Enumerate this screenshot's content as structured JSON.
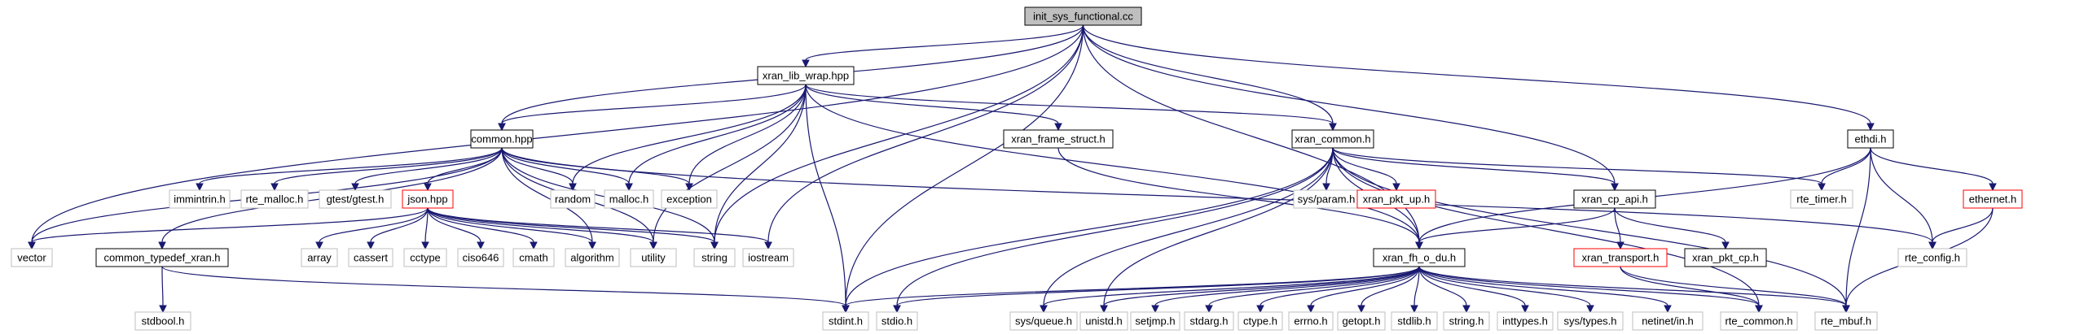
{
  "graph": {
    "colors": {
      "edge": "#191970",
      "root_fill": "#bfbfbf",
      "documented_border": "#000000",
      "incomplete_border": "#ff0000",
      "system_border": "#bfbfbf"
    },
    "nodes": [
      {
        "id": "init_sys_functional_cc",
        "label": "init_sys_functional.cc",
        "kind": "root"
      },
      {
        "id": "xran_lib_wrap_hpp",
        "label": "xran_lib_wrap.hpp",
        "kind": "documented"
      },
      {
        "id": "common_hpp",
        "label": "common.hpp",
        "kind": "documented"
      },
      {
        "id": "xran_frame_struct_h",
        "label": "xran_frame_struct.h",
        "kind": "documented"
      },
      {
        "id": "xran_common_h",
        "label": "xran_common.h",
        "kind": "documented"
      },
      {
        "id": "ethdi_h",
        "label": "ethdi.h",
        "kind": "documented"
      },
      {
        "id": "immintrin_h",
        "label": "immintrin.h",
        "kind": "system"
      },
      {
        "id": "rte_malloc_h",
        "label": "rte_malloc.h",
        "kind": "system"
      },
      {
        "id": "gtest_h",
        "label": "gtest/gtest.h",
        "kind": "system"
      },
      {
        "id": "json_hpp",
        "label": "json.hpp",
        "kind": "incomplete"
      },
      {
        "id": "random",
        "label": "random",
        "kind": "system"
      },
      {
        "id": "malloc_h",
        "label": "malloc.h",
        "kind": "system"
      },
      {
        "id": "exception",
        "label": "exception",
        "kind": "system"
      },
      {
        "id": "sys_param_h",
        "label": "sys/param.h",
        "kind": "system"
      },
      {
        "id": "xran_pkt_up_h",
        "label": "xran_pkt_up.h",
        "kind": "incomplete"
      },
      {
        "id": "xran_cp_api_h",
        "label": "xran_cp_api.h",
        "kind": "documented"
      },
      {
        "id": "rte_timer_h",
        "label": "rte_timer.h",
        "kind": "system"
      },
      {
        "id": "ethernet_h",
        "label": "ethernet.h",
        "kind": "incomplete"
      },
      {
        "id": "vector",
        "label": "vector",
        "kind": "system"
      },
      {
        "id": "common_typedef_xran_h",
        "label": "common_typedef_xran.h",
        "kind": "documented"
      },
      {
        "id": "array",
        "label": "array",
        "kind": "system"
      },
      {
        "id": "cassert",
        "label": "cassert",
        "kind": "system"
      },
      {
        "id": "cctype",
        "label": "cctype",
        "kind": "system"
      },
      {
        "id": "ciso646",
        "label": "ciso646",
        "kind": "system"
      },
      {
        "id": "cmath",
        "label": "cmath",
        "kind": "system"
      },
      {
        "id": "algorithm",
        "label": "algorithm",
        "kind": "system"
      },
      {
        "id": "utility",
        "label": "utility",
        "kind": "system"
      },
      {
        "id": "string",
        "label": "string",
        "kind": "system"
      },
      {
        "id": "iostream",
        "label": "iostream",
        "kind": "system"
      },
      {
        "id": "xran_fh_o_du_h",
        "label": "xran_fh_o_du.h",
        "kind": "documented"
      },
      {
        "id": "xran_transport_h",
        "label": "xran_transport.h",
        "kind": "incomplete"
      },
      {
        "id": "xran_pkt_cp_h",
        "label": "xran_pkt_cp.h",
        "kind": "documented"
      },
      {
        "id": "rte_config_h",
        "label": "rte_config.h",
        "kind": "system"
      },
      {
        "id": "stdbool_h",
        "label": "stdbool.h",
        "kind": "system"
      },
      {
        "id": "stdint_h",
        "label": "stdint.h",
        "kind": "system"
      },
      {
        "id": "stdio_h",
        "label": "stdio.h",
        "kind": "system"
      },
      {
        "id": "sys_queue_h",
        "label": "sys/queue.h",
        "kind": "system"
      },
      {
        "id": "unistd_h",
        "label": "unistd.h",
        "kind": "system"
      },
      {
        "id": "setjmp_h",
        "label": "setjmp.h",
        "kind": "system"
      },
      {
        "id": "stdarg_h",
        "label": "stdarg.h",
        "kind": "system"
      },
      {
        "id": "ctype_h",
        "label": "ctype.h",
        "kind": "system"
      },
      {
        "id": "errno_h",
        "label": "errno.h",
        "kind": "system"
      },
      {
        "id": "getopt_h",
        "label": "getopt.h",
        "kind": "system"
      },
      {
        "id": "stdlib_h",
        "label": "stdlib.h",
        "kind": "system"
      },
      {
        "id": "string_h",
        "label": "string.h",
        "kind": "system"
      },
      {
        "id": "inttypes_h",
        "label": "inttypes.h",
        "kind": "system"
      },
      {
        "id": "sys_types_h",
        "label": "sys/types.h",
        "kind": "system"
      },
      {
        "id": "netinet_in_h",
        "label": "netinet/in.h",
        "kind": "system"
      },
      {
        "id": "rte_common_h",
        "label": "rte_common.h",
        "kind": "system"
      },
      {
        "id": "rte_mbuf_h",
        "label": "rte_mbuf.h",
        "kind": "system"
      }
    ],
    "edges": [
      [
        "init_sys_functional_cc",
        "xran_lib_wrap_hpp"
      ],
      [
        "init_sys_functional_cc",
        "common_hpp"
      ],
      [
        "init_sys_functional_cc",
        "xran_common_h"
      ],
      [
        "init_sys_functional_cc",
        "ethdi_h"
      ],
      [
        "init_sys_functional_cc",
        "vector"
      ],
      [
        "init_sys_functional_cc",
        "string"
      ],
      [
        "init_sys_functional_cc",
        "iostream"
      ],
      [
        "init_sys_functional_cc",
        "stdint_h"
      ],
      [
        "init_sys_functional_cc",
        "xran_fh_o_du_h"
      ],
      [
        "init_sys_functional_cc",
        "xran_cp_api_h"
      ],
      [
        "xran_lib_wrap_hpp",
        "common_hpp"
      ],
      [
        "xran_lib_wrap_hpp",
        "xran_frame_struct_h"
      ],
      [
        "xran_lib_wrap_hpp",
        "xran_common_h"
      ],
      [
        "xran_lib_wrap_hpp",
        "xran_fh_o_du_h"
      ],
      [
        "xran_lib_wrap_hpp",
        "random"
      ],
      [
        "xran_lib_wrap_hpp",
        "malloc_h"
      ],
      [
        "xran_lib_wrap_hpp",
        "exception"
      ],
      [
        "xran_lib_wrap_hpp",
        "string"
      ],
      [
        "xran_lib_wrap_hpp",
        "utility"
      ],
      [
        "xran_lib_wrap_hpp",
        "stdint_h"
      ],
      [
        "common_hpp",
        "immintrin_h"
      ],
      [
        "common_hpp",
        "rte_malloc_h"
      ],
      [
        "common_hpp",
        "gtest_h"
      ],
      [
        "common_hpp",
        "json_hpp"
      ],
      [
        "common_hpp",
        "random"
      ],
      [
        "common_hpp",
        "malloc_h"
      ],
      [
        "common_hpp",
        "exception"
      ],
      [
        "common_hpp",
        "vector"
      ],
      [
        "common_hpp",
        "common_typedef_xran_h"
      ],
      [
        "common_hpp",
        "string"
      ],
      [
        "common_hpp",
        "utility"
      ],
      [
        "common_hpp",
        "algorithm"
      ],
      [
        "common_hpp",
        "rte_config_h"
      ],
      [
        "json_hpp",
        "vector"
      ],
      [
        "json_hpp",
        "array"
      ],
      [
        "json_hpp",
        "cassert"
      ],
      [
        "json_hpp",
        "cctype"
      ],
      [
        "json_hpp",
        "ciso646"
      ],
      [
        "json_hpp",
        "cmath"
      ],
      [
        "json_hpp",
        "algorithm"
      ],
      [
        "json_hpp",
        "utility"
      ],
      [
        "json_hpp",
        "string"
      ],
      [
        "json_hpp",
        "iostream"
      ],
      [
        "common_typedef_xran_h",
        "stdbool_h"
      ],
      [
        "common_typedef_xran_h",
        "stdint_h"
      ],
      [
        "xran_frame_struct_h",
        "xran_fh_o_du_h"
      ],
      [
        "xran_common_h",
        "sys_param_h"
      ],
      [
        "xran_common_h",
        "xran_pkt_up_h"
      ],
      [
        "xran_common_h",
        "xran_cp_api_h"
      ],
      [
        "xran_common_h",
        "rte_timer_h"
      ],
      [
        "xran_common_h",
        "xran_fh_o_du_h"
      ],
      [
        "xran_common_h",
        "stdio_h"
      ],
      [
        "xran_common_h",
        "sys_queue_h"
      ],
      [
        "xran_common_h",
        "unistd_h"
      ],
      [
        "xran_common_h",
        "rte_common_h"
      ],
      [
        "xran_common_h",
        "rte_mbuf_h"
      ],
      [
        "xran_common_h",
        "stdint_h"
      ],
      [
        "xran_cp_api_h",
        "xran_fh_o_du_h"
      ],
      [
        "xran_cp_api_h",
        "xran_transport_h"
      ],
      [
        "xran_cp_api_h",
        "xran_pkt_cp_h"
      ],
      [
        "xran_transport_h",
        "rte_mbuf_h"
      ],
      [
        "xran_transport_h",
        "rte_common_h"
      ],
      [
        "ethdi_h",
        "rte_timer_h"
      ],
      [
        "ethdi_h",
        "ethernet_h"
      ],
      [
        "ethdi_h",
        "rte_config_h"
      ],
      [
        "ethdi_h",
        "rte_mbuf_h"
      ],
      [
        "ethdi_h",
        "xran_fh_o_du_h"
      ],
      [
        "ethernet_h",
        "rte_config_h"
      ],
      [
        "ethernet_h",
        "rte_mbuf_h"
      ],
      [
        "xran_fh_o_du_h",
        "stdint_h"
      ],
      [
        "xran_fh_o_du_h",
        "stdio_h"
      ],
      [
        "xran_fh_o_du_h",
        "sys_queue_h"
      ],
      [
        "xran_fh_o_du_h",
        "unistd_h"
      ],
      [
        "xran_fh_o_du_h",
        "setjmp_h"
      ],
      [
        "xran_fh_o_du_h",
        "stdarg_h"
      ],
      [
        "xran_fh_o_du_h",
        "ctype_h"
      ],
      [
        "xran_fh_o_du_h",
        "errno_h"
      ],
      [
        "xran_fh_o_du_h",
        "getopt_h"
      ],
      [
        "xran_fh_o_du_h",
        "stdlib_h"
      ],
      [
        "xran_fh_o_du_h",
        "string_h"
      ],
      [
        "xran_fh_o_du_h",
        "inttypes_h"
      ],
      [
        "xran_fh_o_du_h",
        "sys_types_h"
      ],
      [
        "xran_fh_o_du_h",
        "netinet_in_h"
      ],
      [
        "xran_fh_o_du_h",
        "rte_common_h"
      ],
      [
        "xran_fh_o_du_h",
        "rte_mbuf_h"
      ]
    ]
  }
}
